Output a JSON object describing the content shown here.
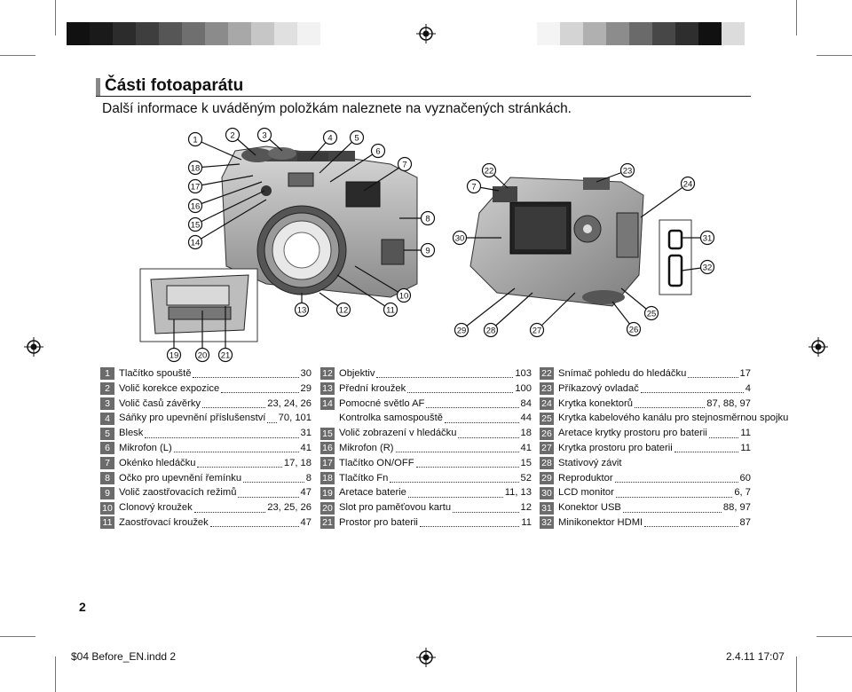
{
  "header": {
    "title": "Části fotoaparátu",
    "subtitle": "Další informace k uváděným položkám naleznete na vyznačených stránkách."
  },
  "color_bars": {
    "left": [
      "#111111",
      "#1a1a1a",
      "#2c2c2c",
      "#3e3e3e",
      "#565656",
      "#6f6f6f",
      "#8b8b8b",
      "#a8a8a8",
      "#c6c6c6",
      "#e0e0e0",
      "#f2f2f2"
    ],
    "right": [
      "#f4f4f4",
      "#d4d4d4",
      "#b0b0b0",
      "#8c8c8c",
      "#6a6a6a",
      "#474747",
      "#2e2e2e",
      "#111111",
      "#dcdcdc",
      "#ffffff"
    ]
  },
  "callouts_front": [
    "1",
    "2",
    "3",
    "4",
    "5",
    "6",
    "7",
    "8",
    "9",
    "10",
    "11",
    "12",
    "13",
    "14",
    "15",
    "16",
    "17",
    "18",
    "19",
    "20",
    "21"
  ],
  "callouts_back": [
    "7",
    "22",
    "23",
    "24",
    "25",
    "26",
    "27",
    "28",
    "29",
    "30",
    "31",
    "32"
  ],
  "index": {
    "col1": [
      {
        "n": "1",
        "label": "Tlačítko spouště",
        "page": "30"
      },
      {
        "n": "2",
        "label": "Volič korekce expozice",
        "page": "29"
      },
      {
        "n": "3",
        "label": "Volič časů závěrky",
        "page": "23, 24, 26"
      },
      {
        "n": "4",
        "label": "Sáňky pro upevnění příslušenství",
        "page": "70, 101"
      },
      {
        "n": "5",
        "label": "Blesk",
        "page": "31"
      },
      {
        "n": "6",
        "label": "Mikrofon (L)",
        "page": "41"
      },
      {
        "n": "7",
        "label": "Okénko hledáčku",
        "page": "17, 18"
      },
      {
        "n": "8",
        "label": "Očko pro upevnění řemínku",
        "page": "8"
      },
      {
        "n": "9",
        "label": "Volič zaostřovacích režimů",
        "page": "47"
      },
      {
        "n": "10",
        "label": "Clonový kroužek",
        "page": "23, 25, 26"
      },
      {
        "n": "11",
        "label": "Zaostřovací kroužek",
        "page": "47"
      }
    ],
    "col2": [
      {
        "n": "12",
        "label": "Objektiv",
        "page": "103"
      },
      {
        "n": "13",
        "label": "Přední kroužek",
        "page": "100"
      },
      {
        "n": "14",
        "label": "Pomocné světlo AF",
        "page": "84"
      },
      {
        "n": "",
        "label": "Kontrolka samospouště",
        "page": "44"
      },
      {
        "n": "15",
        "label": "Volič zobrazení v hledáčku",
        "page": "18"
      },
      {
        "n": "16",
        "label": "Mikrofon (R)",
        "page": "41"
      },
      {
        "n": "17",
        "label": "Tlačítko ON/OFF",
        "page": "15"
      },
      {
        "n": "18",
        "label": "Tlačítko Fn",
        "page": "52"
      },
      {
        "n": "19",
        "label": "Aretace baterie",
        "page": "11, 13"
      },
      {
        "n": "20",
        "label": "Slot pro paměťovou kartu",
        "page": "12"
      },
      {
        "n": "21",
        "label": "Prostor pro baterii",
        "page": "11"
      }
    ],
    "col3": [
      {
        "n": "22",
        "label": "Snímač pohledu do hledáčku",
        "page": "17"
      },
      {
        "n": "23",
        "label": "Příkazový ovladač",
        "page": "4"
      },
      {
        "n": "24",
        "label": "Krytka konektorů",
        "page": "87, 88, 97"
      },
      {
        "n": "25",
        "label": "Krytka kabelového kanálu pro stejnosměrnou spojku",
        "page": ""
      },
      {
        "n": "26",
        "label": "Aretace krytky prostoru pro baterii",
        "page": "11"
      },
      {
        "n": "27",
        "label": "Krytka prostoru pro baterii",
        "page": "11"
      },
      {
        "n": "28",
        "label": "Stativový závit",
        "page": ""
      },
      {
        "n": "29",
        "label": "Reproduktor",
        "page": "60"
      },
      {
        "n": "30",
        "label": "LCD monitor",
        "page": "6, 7"
      },
      {
        "n": "31",
        "label": "Konektor USB",
        "page": "88, 97"
      },
      {
        "n": "32",
        "label": "Minikonektor HDMI",
        "page": "87"
      }
    ]
  },
  "page_number": "2",
  "footer": {
    "left": "$04 Before_EN.indd   2",
    "right": "2.4.11   17:07"
  }
}
